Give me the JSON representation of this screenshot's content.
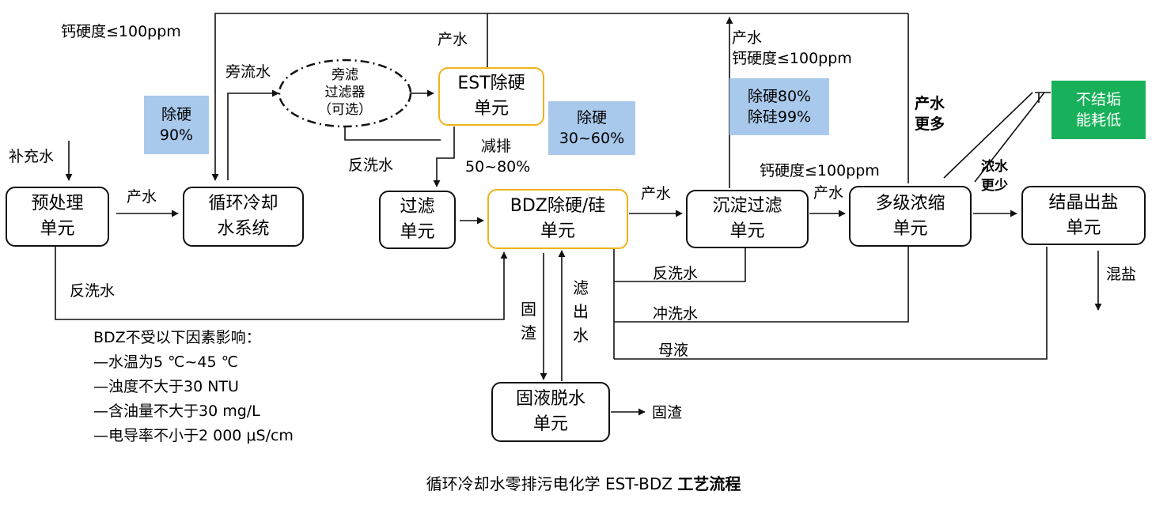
{
  "boxes": {
    "pretreat": "预处理\n单元",
    "cooling": "循环冷却\n水系统",
    "est": "EST除硬\n单元",
    "filter": "过滤\n单元",
    "bdz": "BDZ除硬/硅\n单元",
    "sediment": "沉淀过滤\n单元",
    "concentrate": "多级浓缩\n单元",
    "crystal": "结晶出盐\n单元",
    "dewater": "固液脱水\n单元"
  },
  "bypass_filter": "旁滤\n过滤器\n（可选）",
  "labels": {
    "makeup_water": "补充水",
    "calcium_top": "钙硬度≤100ppm",
    "bypass_water": "旁流水",
    "product_water_est": "产水",
    "product_water_pre": "产水",
    "backwash_est": "反洗水",
    "reduce_discharge": "减排\n50~80%",
    "product_water_bdz": "产水",
    "product_water_sed": "产水",
    "product_water_top": "产水\n钙硬度≤100ppm",
    "calcium_mid": "钙硬度≤100ppm",
    "more_water": "产水\n更多",
    "less_brine": "浓水\n更少",
    "backwash_pre": "反洗水",
    "backwash_sed": "反洗水",
    "flush_water": "冲洗水",
    "mother_liquor": "母液",
    "solid_slag_v": "固\n渣",
    "filtrate_v": "滤\n出\n水",
    "solid_slag_out": "固渣",
    "mixed_salt": "混盐"
  },
  "badges": {
    "hardness_90": "除硬\n90%",
    "hardness_30_60": "除硬\n30~60%",
    "hardness_silica": "除硬80%\n除硅99%",
    "no_scale": "不结垢\n能耗低"
  },
  "note": {
    "title": "BDZ不受以下因素影响：",
    "items": [
      "—水温为5 ℃~45 ℃",
      "—浊度不大于30 NTU",
      "—含油量不大于30 mg/L",
      "—电导率不小于2 000 μS/cm"
    ]
  },
  "caption": {
    "normal": "循环冷却水零排污电化学 EST-BDZ ",
    "bold": "工艺流程"
  }
}
